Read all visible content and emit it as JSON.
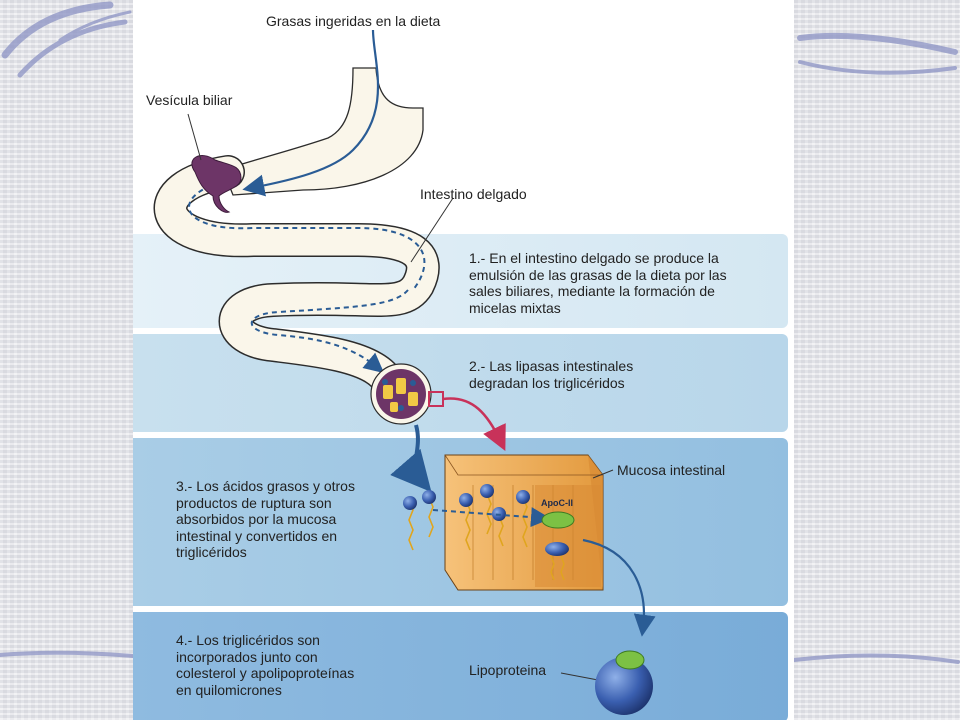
{
  "labels": {
    "dietary_fats": "Grasas ingeridas en la dieta",
    "gallbladder": "Vesícula biliar",
    "small_intestine": "Intestino delgado",
    "intestinal_mucosa": "Mucosa intestinal",
    "apoc": "ApoC-II",
    "lipoprotein": "Lipoproteina"
  },
  "steps": [
    {
      "text": "1.- En el intestino delgado se produce la\nemulsión de las grasas de la dieta por las\nsales biliares, mediante la formación de\nmicelas mixtas"
    },
    {
      "text": "2.- Las lipasas intestinales\ndegradan los triglicéridos"
    },
    {
      "text": "3.- Los ácidos grasos y otros\nproductos de ruptura son\nabsorbidos por la mucosa\nintestinal y convertidos en\ntriglicéridos"
    },
    {
      "text": "4.- Los triglicéridos son\nincorporados junto con\ncolesterol y apolipoproteínas\nen quilomicrones"
    }
  ],
  "colors": {
    "intestine_fill": "#faf6ea",
    "intestine_stroke": "#2c2c2c",
    "arrow_blue": "#2a5c95",
    "arrow_pink": "#c8325a",
    "gallbladder": "#6d3567",
    "mucosa": "#e9a14a",
    "apoc_green": "#7cc144",
    "sphere_blue": "#3a5fb0"
  }
}
